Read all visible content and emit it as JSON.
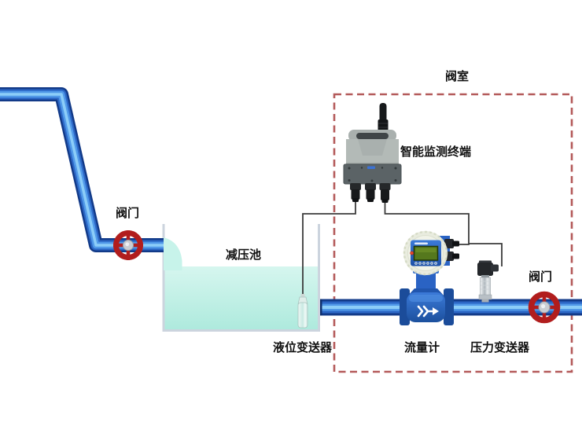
{
  "diagram": {
    "title_context": "water pipeline monitoring schematic",
    "labels": {
      "valve_left": "阀门",
      "pool": "减压池",
      "level_transmitter": "液位变送器",
      "flow_meter": "流量计",
      "pressure_transmitter": "压力变送器",
      "valve_right": "阀门",
      "valve_room": "阀室",
      "terminal": "智能监测终端"
    },
    "icons": [
      "pipe-icon",
      "valve-wheel-icon",
      "pool-water-icon",
      "waterfall-icon",
      "level-probe-icon",
      "flow-meter-icon",
      "pressure-sensor-icon",
      "telemetry-terminal-icon",
      "antenna-icon",
      "dashed-room-boundary"
    ]
  },
  "colors": {
    "pipe_dark": "#123a88",
    "pipe_mid": "#2c67c6",
    "pipe_light": "#5199e8",
    "pipe_hi": "#8ccdf8",
    "valve_red": "#b11d1d",
    "dash_red": "#b45a5a",
    "wire": "#3c3c3c",
    "meter_blue": "#2a63c4",
    "lcd_green": "#55781d",
    "head_cream": "#e9ecdf",
    "terminal_body": "#b3bab7",
    "terminal_panel": "#5b6366",
    "water_top": "#d6f6ef",
    "water_bottom": "#aeeadd"
  }
}
